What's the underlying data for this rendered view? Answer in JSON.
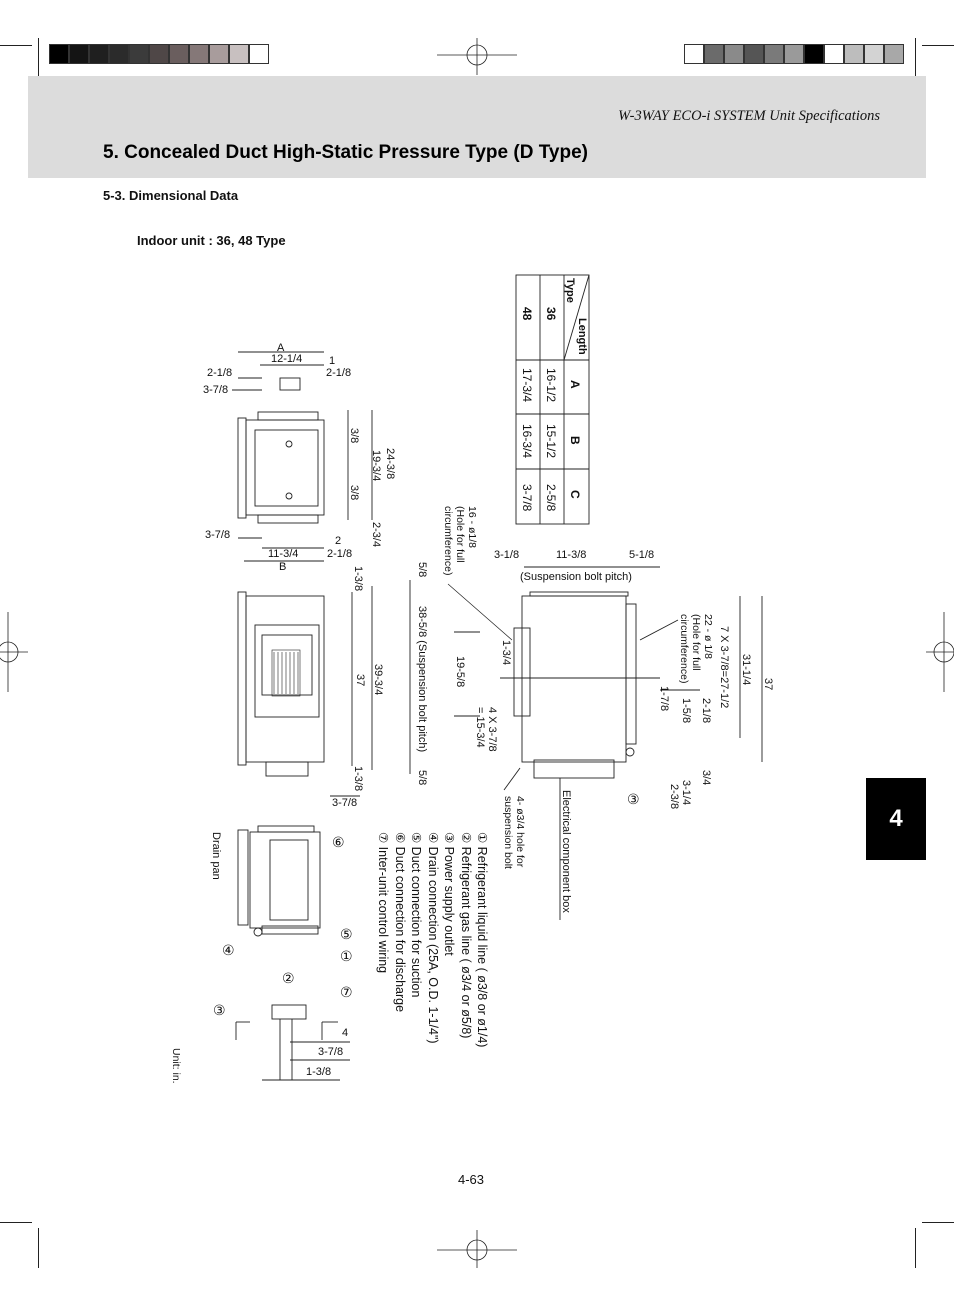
{
  "header": {
    "running_head": "W-3WAY ECO-i SYSTEM Unit Specifications",
    "title": "5. Concealed Duct High-Static Pressure Type (D Type)"
  },
  "section": {
    "heading": "5-3. Dimensional Data",
    "subheading": "Indoor unit : 36, 48 Type"
  },
  "table": {
    "corner_top": "Length",
    "corner_bottom": "Type",
    "columns": [
      "A",
      "B",
      "C"
    ],
    "rows": [
      {
        "type": "36",
        "A": "16-1/2",
        "B": "15-1/2",
        "C": "2-5/8"
      },
      {
        "type": "48",
        "A": "17-3/4",
        "B": "16-3/4",
        "C": "3-7/8"
      }
    ]
  },
  "legend": [
    {
      "num": "①",
      "label": "Refrigerant liquid line ( ø3/8 or ø1/4)"
    },
    {
      "num": "②",
      "label": "Refrigerant gas line ( ø3/4 or ø5/8)"
    },
    {
      "num": "③",
      "label": "Power supply outlet"
    },
    {
      "num": "④",
      "label": "Drain connection (25A, O.D. 1-1/4\")"
    },
    {
      "num": "⑤",
      "label": "Duct connection for suction"
    },
    {
      "num": "⑥",
      "label": "Duct connection for discharge"
    },
    {
      "num": "⑦",
      "label": "Inter-unit control wiring"
    }
  ],
  "labels": {
    "drain_pan": "Drain pan",
    "unit": "Unit: in.",
    "electrical_box": "Electrical component box",
    "suspension_hole": "4- ø3/4 hole for suspension bolt",
    "hole_16": "16 - ø1/8 (Hole for full circumference)",
    "hole_22": "22 - ø 1/8 (Hole for full circumference)",
    "suspension_pitch": "(Suspension bolt pitch)",
    "suspension_pitch_vertical": "38-5/8 (Suspension bolt pitch)"
  },
  "dims_top": {
    "a": "A",
    "d1": "12-1/4",
    "d2": "1",
    "d3": "2-1/8",
    "d4": "2-1/8",
    "d5": "3-7/8",
    "d6": "3/8",
    "d7": "19-3/4",
    "d8": "24-3/8",
    "d9": "3/8",
    "d10": "2-3/4",
    "d11": "3-7/8",
    "d12": "2",
    "d13": "11-3/4",
    "d14": "2-1/8",
    "b": "B"
  },
  "dims_front": {
    "d1": "1-3/8",
    "d2": "37",
    "d3": "39-3/4",
    "d4": "1-3/8",
    "d5": "3-7/8",
    "d6": "5/8",
    "d7": "5/8"
  },
  "dims_right": {
    "d1": "3-1/8",
    "d2": "11-3/8",
    "d3": "5-1/8",
    "d4": "1-3/4",
    "d5": "19-5/8",
    "d6": "4 X 3-7/8 = 15-3/4",
    "d7": "7 X 3-7/8=27-1/2",
    "d8": "31-1/4",
    "d9": "37",
    "d10": "1-7/8",
    "d11": "1-5/8",
    "d12": "2-1/8",
    "d13": "3/4",
    "d14": "3-1/4",
    "d15": "2-3/8"
  },
  "dims_small": {
    "d1": "4",
    "d2": "3-7/8",
    "d3": "1-3/8"
  },
  "side_callouts": [
    "⑥",
    "⑤",
    "①",
    "④",
    "②",
    "⑦",
    "③"
  ],
  "right_callout": "③",
  "page": {
    "number": "4-63",
    "chapter": "4"
  },
  "colors": {
    "band": "#dcdcdc",
    "tab": "#000000",
    "swatches_left": [
      "#000000",
      "#141414",
      "#1f1f1f",
      "#2b2b2b",
      "#3b3b3b",
      "#4f4747",
      "#6a5e5e",
      "#857878",
      "#a89c9c",
      "#c8c0c0",
      "#ffffff"
    ],
    "swatches_right": [
      "#ffffff",
      "#6b6b6b",
      "#8a8a8a",
      "#555555",
      "#7a7a7a",
      "#9a9a9a",
      "#000000",
      "#ffffff",
      "#bdbdbd",
      "#d3d3d3",
      "#a8a8a8"
    ]
  }
}
